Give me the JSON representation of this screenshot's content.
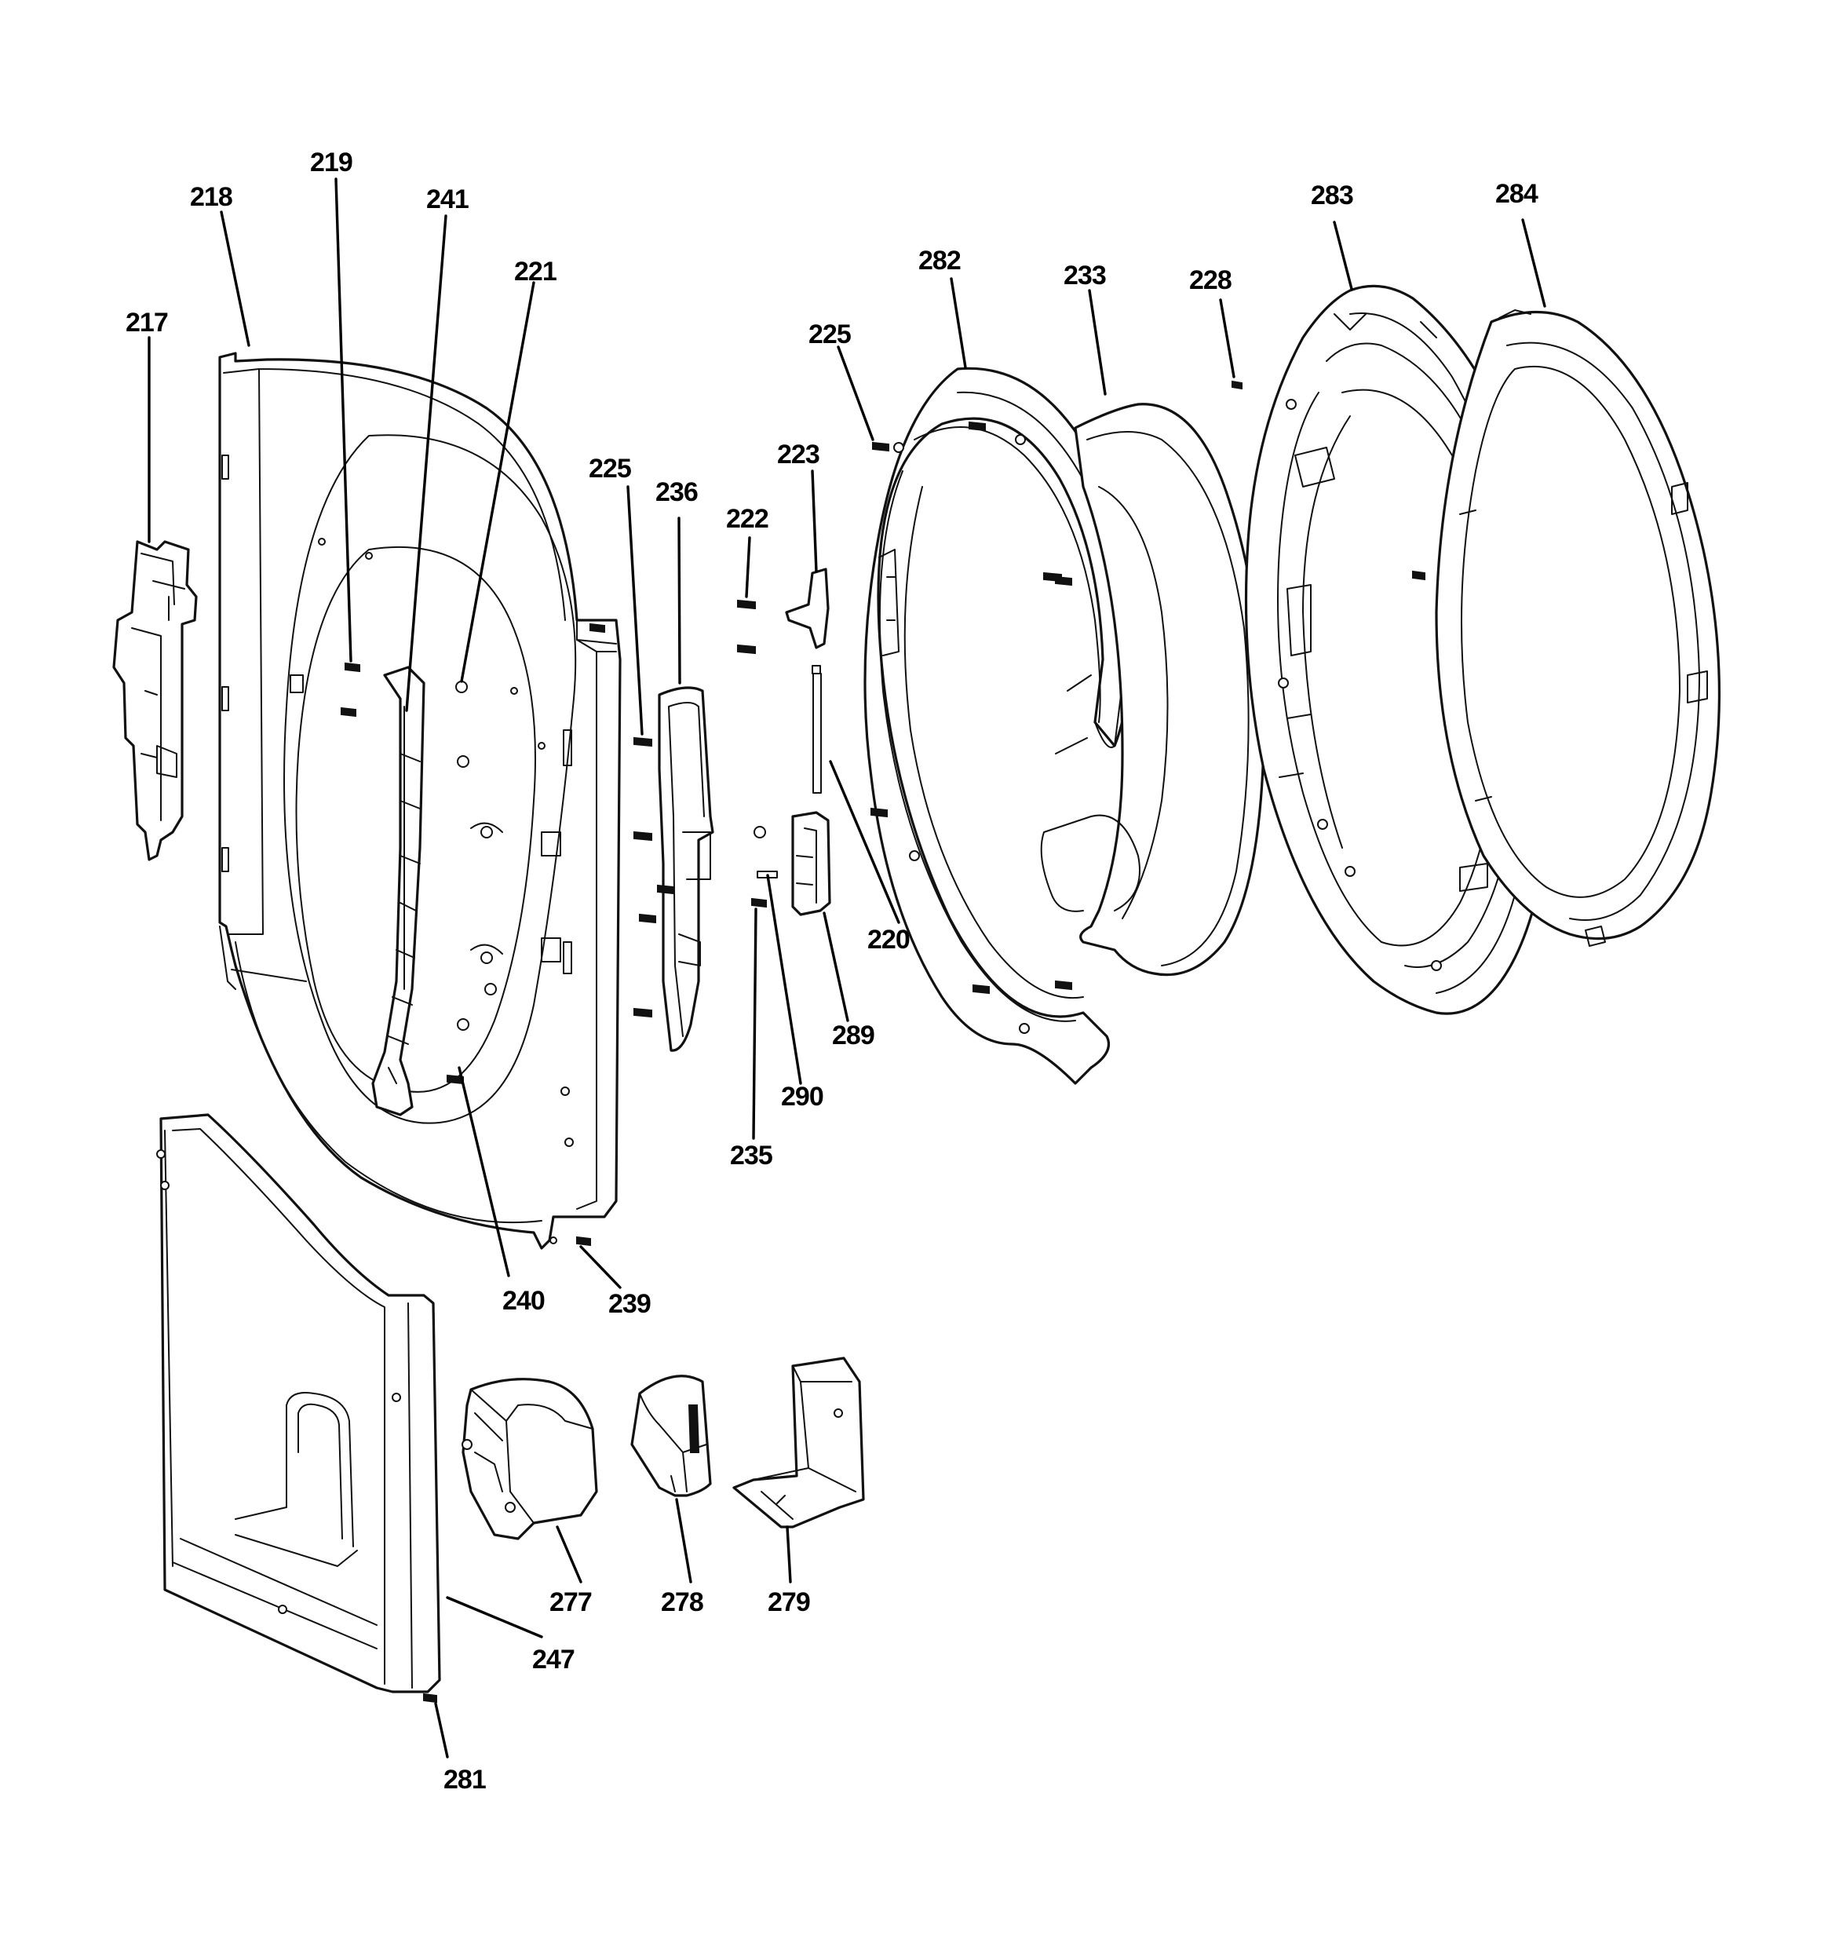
{
  "callouts": {
    "c217": "217",
    "c218": "218",
    "c219": "219",
    "c220": "220",
    "c221": "221",
    "c222": "222",
    "c223": "223",
    "c225a": "225",
    "c225b": "225",
    "c228": "228",
    "c233": "233",
    "c235": "235",
    "c236": "236",
    "c239": "239",
    "c240": "240",
    "c241": "241",
    "c247": "247",
    "c277": "277",
    "c278": "278",
    "c279": "279",
    "c281": "281",
    "c282": "282",
    "c283": "283",
    "c284": "284",
    "c289": "289",
    "c290": "290"
  }
}
